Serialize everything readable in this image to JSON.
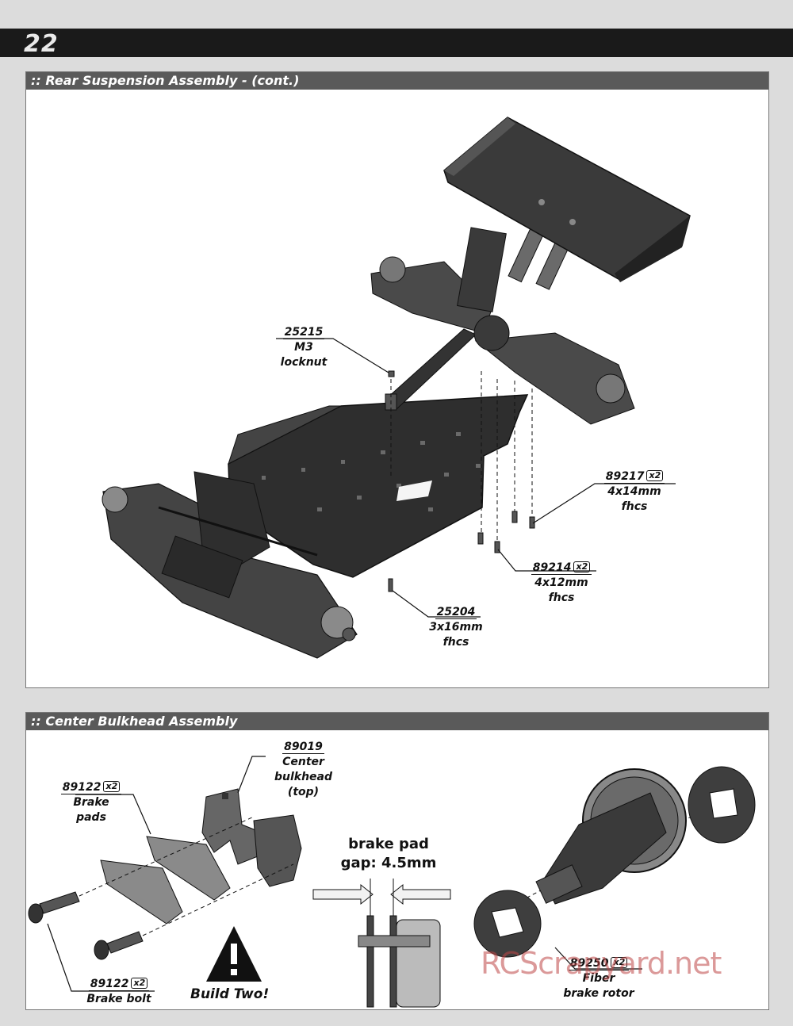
{
  "page": {
    "number": "22"
  },
  "rear_section": {
    "title": ":: Rear Suspension Assembly - (cont.)",
    "parts": [
      {
        "number": "25215",
        "size": "M3",
        "type": "locknut",
        "qty": ""
      },
      {
        "number": "89217",
        "size": "4x14mm",
        "type": "fhcs",
        "qty": "x2"
      },
      {
        "number": "89214",
        "size": "4x12mm",
        "type": "fhcs",
        "qty": "x2"
      },
      {
        "number": "25204",
        "size": "3x16mm",
        "type": "fhcs",
        "qty": ""
      }
    ]
  },
  "center_section": {
    "title": ":: Center Bulkhead Assembly",
    "parts": [
      {
        "number": "89019",
        "line1": "Center",
        "line2": "bulkhead",
        "line3": "(top)",
        "qty": ""
      },
      {
        "number": "89122",
        "line1": "Brake",
        "line2": "pads",
        "qty": "x2"
      },
      {
        "number": "89122",
        "line1": "Brake bolt",
        "qty": "x2"
      },
      {
        "number": "89250",
        "line1": "Fiber",
        "line2": "brake rotor",
        "qty": "x2"
      }
    ],
    "gap_note": {
      "line1": "brake pad",
      "line2": "gap: 4.5mm"
    },
    "warning": "Build Two!"
  },
  "watermark": "RCScrapyard.net"
}
